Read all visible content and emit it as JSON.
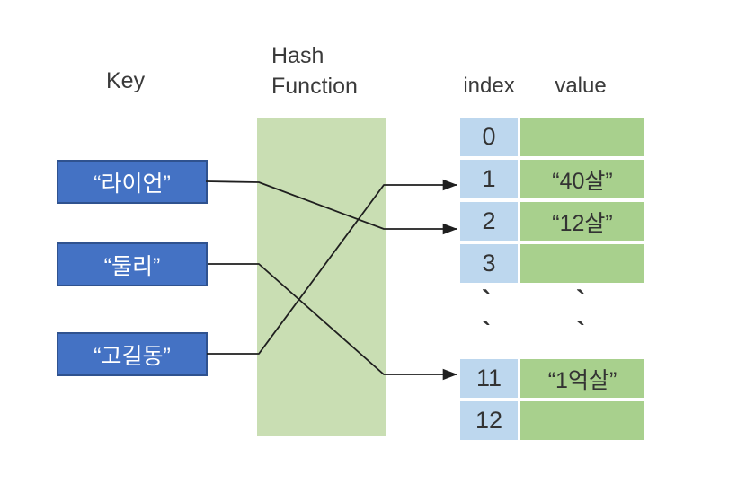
{
  "labels": {
    "key_column": "Key",
    "hash_function": "Hash Function",
    "index_header": "index",
    "value_header": "value"
  },
  "keys": [
    {
      "label": "“라이언”"
    },
    {
      "label": "“둘리”"
    },
    {
      "label": "“고길동”"
    }
  ],
  "table": {
    "rows": [
      {
        "index": "0",
        "value": ""
      },
      {
        "index": "1",
        "value": "“40살”"
      },
      {
        "index": "2",
        "value": "“12살”"
      },
      {
        "index": "3",
        "value": ""
      },
      {
        "index": "11",
        "value": "“1억살”"
      },
      {
        "index": "12",
        "value": ""
      }
    ],
    "ellipsis_mark": "`"
  },
  "connections": [
    {
      "from": "“라이언”",
      "to_index": "2"
    },
    {
      "from": "“둘리”",
      "to_index": "11"
    },
    {
      "from": "“고길동”",
      "to_index": "1"
    }
  ],
  "colors": {
    "key_box_fill": "#4472C4",
    "key_box_border": "#2F528F",
    "key_box_text": "#FFFFFF",
    "hash_box_fill": "#C9DEB3",
    "index_cell_fill": "#BDD7EE",
    "value_cell_fill": "#A8D08D",
    "line": "#1F1F1F",
    "text": "#3A3A3A"
  }
}
